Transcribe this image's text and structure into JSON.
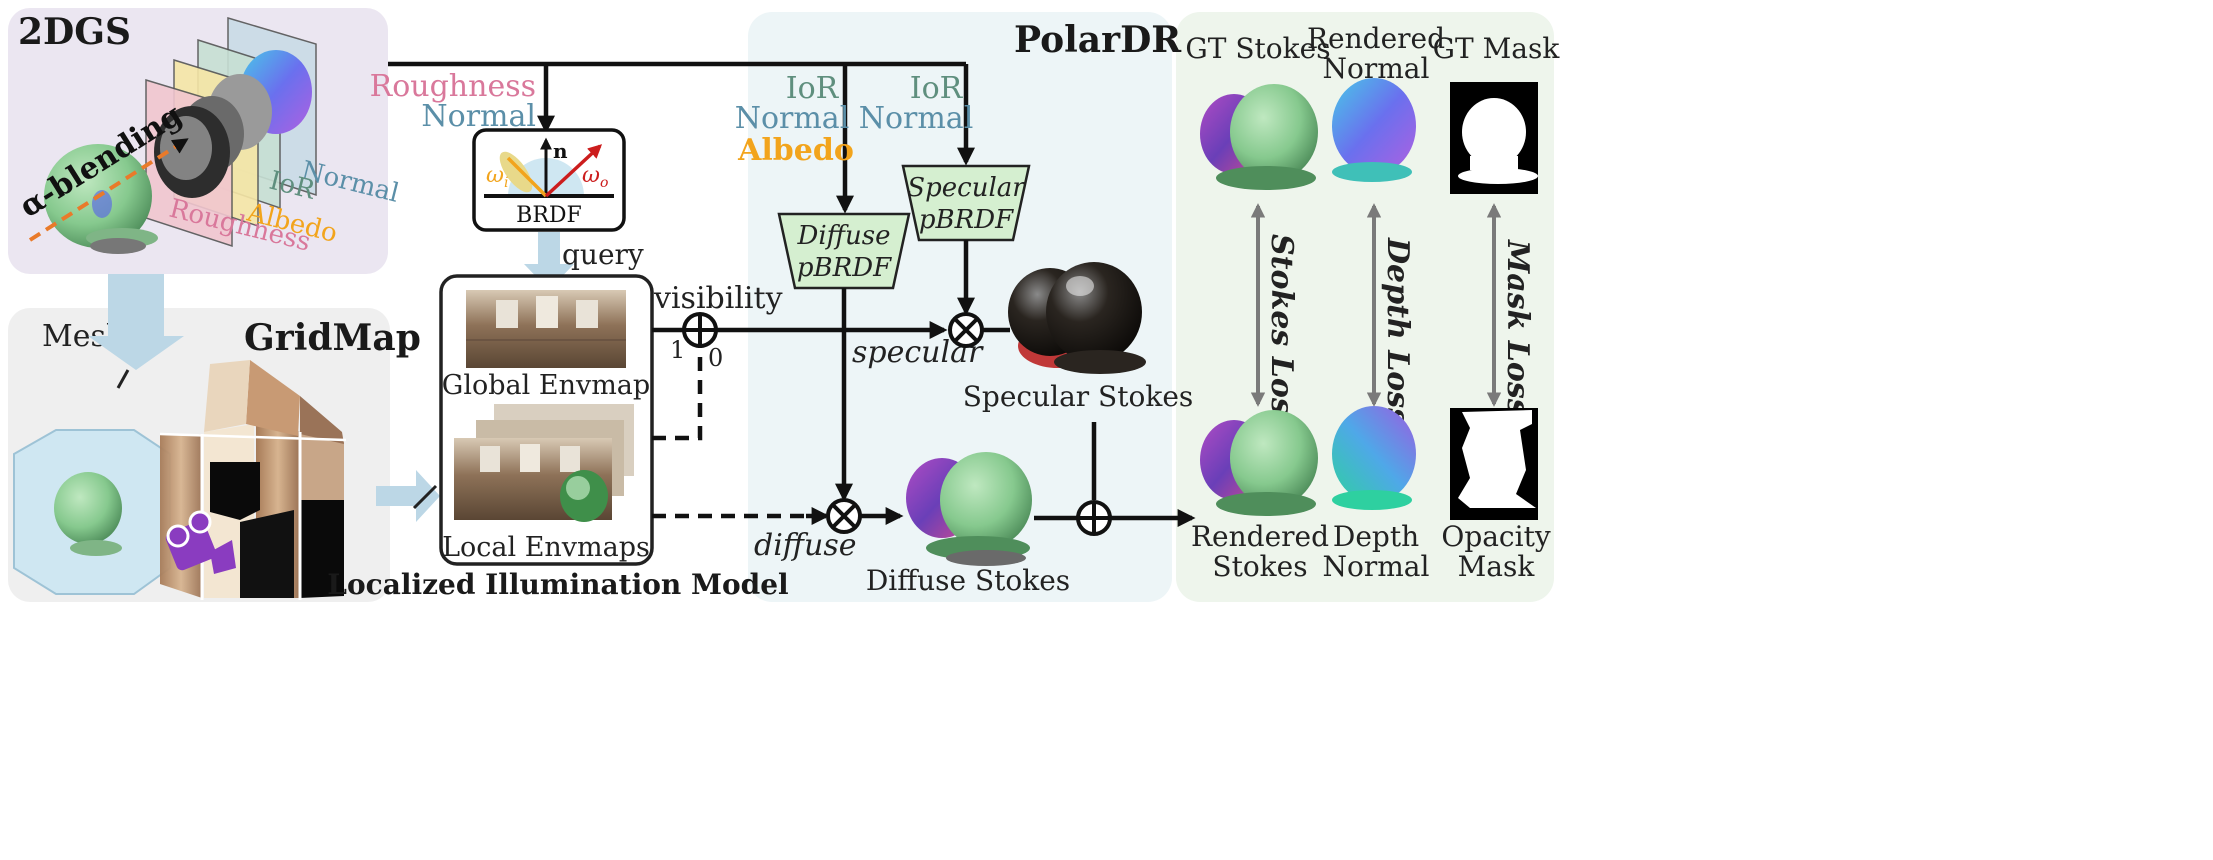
{
  "panels": {
    "twodgs": {
      "title": "2DGS",
      "blending": "α-blending",
      "layers": [
        "Normal",
        "IoR",
        "Albedo",
        "Roughness"
      ]
    },
    "gridmap": {
      "title": "GridMap",
      "mesh": "Mesh"
    },
    "lim": {
      "title": "Localized Illumination Model",
      "global": "Global Envmap",
      "local": "Local Envmaps",
      "query": "query",
      "visibility": "visibility",
      "one": "1",
      "zero": "0"
    },
    "polardr": {
      "title": "PolarDR",
      "specular": "specular",
      "diffuse": "diffuse",
      "specular_stokes": "Specular Stokes",
      "diffuse_stokes": "Diffuse Stokes"
    },
    "losses": {
      "gt_stokes": "GT Stokes",
      "rendered_normal": [
        "Rendered",
        "Normal"
      ],
      "gt_mask": "GT Mask",
      "rendered_stokes": [
        "Rendered",
        "Stokes"
      ],
      "depth_normal": [
        "Depth",
        "Normal"
      ],
      "opacity_mask": [
        "Opacity",
        "Mask"
      ],
      "stokes_loss": "Stokes Loss",
      "depth_loss": "Depth Loss",
      "mask_loss": "Mask Loss"
    }
  },
  "brdf": {
    "label": "BRDF",
    "n": "n",
    "wi": "ω",
    "wi_sub": "i",
    "wo": "ω",
    "wo_sub": "o"
  },
  "inputs": {
    "roughness": "Roughness",
    "normal": "Normal",
    "ior1": "IoR",
    "normal1": "Normal",
    "albedo1": "Albedo",
    "ior2": "IoR",
    "normal2": "Normal"
  },
  "blocks": {
    "diffuse": [
      "Diffuse",
      "pBRDF"
    ],
    "specular": [
      "Specular",
      "pBRDF"
    ]
  },
  "colors": {
    "roughness": "#d9789b",
    "normal": "#5b8fa8",
    "ior": "#5f8f7e",
    "albedo": "#f2a41c",
    "block_fill": "#d5efd0"
  }
}
